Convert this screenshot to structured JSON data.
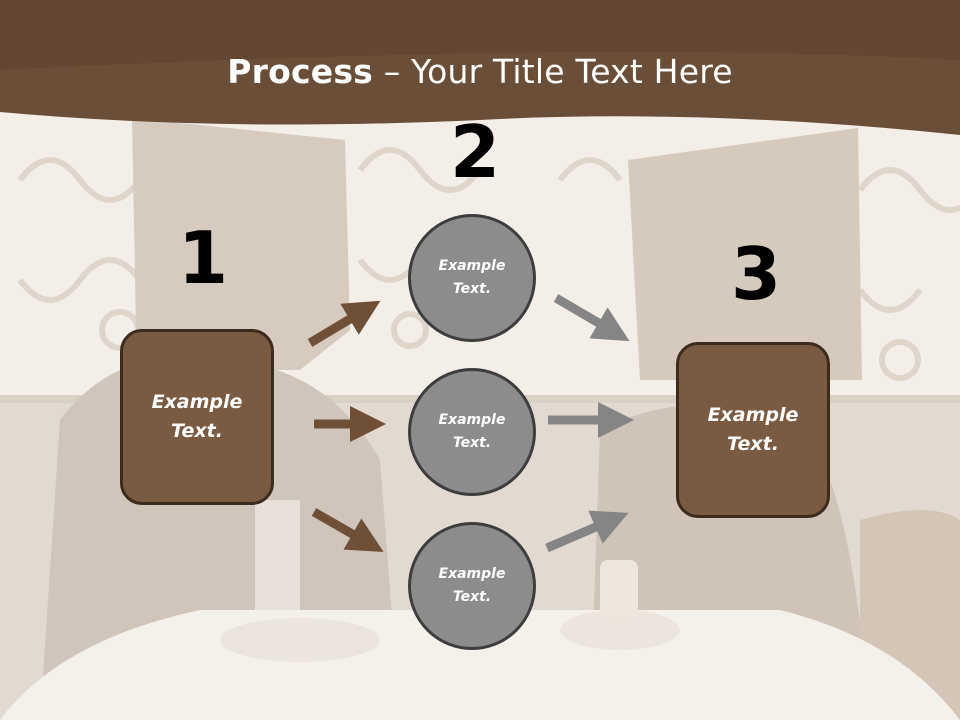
{
  "slide": {
    "title_bold": "Process",
    "title_rest": " – Your Title Text Here",
    "steps": {
      "one": "1",
      "two": "2",
      "three": "3"
    },
    "box_left": {
      "line1": "Example",
      "line2": "Text."
    },
    "box_right": {
      "line1": "Example",
      "line2": "Text."
    },
    "circle_top": {
      "line1": "Example",
      "line2": "Text."
    },
    "circle_middle": {
      "line1": "Example",
      "line2": "Text."
    },
    "circle_bottom": {
      "line1": "Example",
      "line2": "Text."
    }
  },
  "colors": {
    "header_brown": "#6b4e37",
    "box_brown": "#7a5a40",
    "circle_gray": "#8c8c8c",
    "arrow_brown": "#6f5037",
    "arrow_gray": "#858585"
  }
}
